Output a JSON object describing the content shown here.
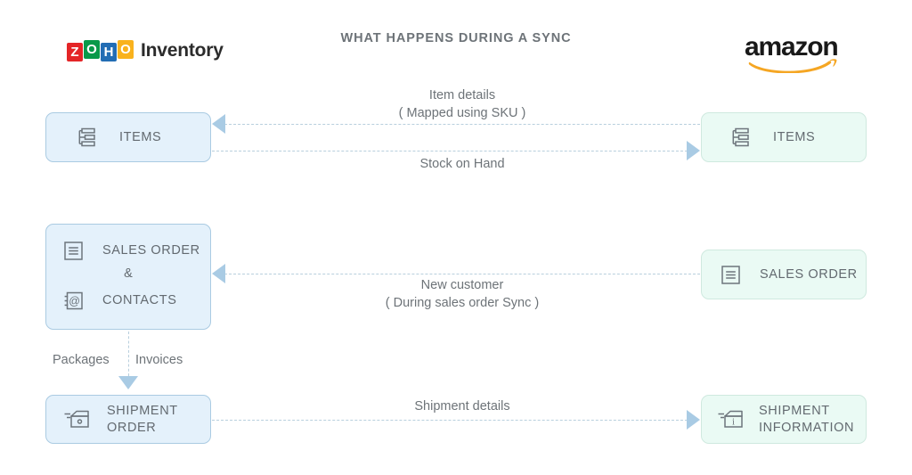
{
  "header": {
    "title": "WHAT HAPPENS DURING A SYNC",
    "left_brand": {
      "tiles": [
        "Z",
        "O",
        "H",
        "O"
      ],
      "word": "Inventory",
      "colors": [
        "#e42527",
        "#089949",
        "#226db4",
        "#f9b21d"
      ]
    },
    "right_brand": {
      "word": "amazon",
      "smile_color": "#f5a623"
    }
  },
  "theme": {
    "left_fill": "#e4f1fb",
    "left_border": "#aacbe2",
    "right_fill": "#eafaf4",
    "right_border": "#cfe9df",
    "line_color": "#b8cfdd",
    "arrow_color": "#a9cbe4",
    "text_color": "#6d7378"
  },
  "nodes": {
    "items_left": {
      "label": "ITEMS",
      "icon": "items-list-icon"
    },
    "items_right": {
      "label": "ITEMS",
      "icon": "items-list-icon"
    },
    "sales_order_left": {
      "label_order": "SALES ORDER",
      "ampersand": "&",
      "label_contacts": "CONTACTS",
      "icon_order": "document-lines-icon",
      "icon_contacts": "contacts-at-icon"
    },
    "sales_order_right": {
      "label": "SALES ORDER",
      "icon": "document-lines-icon"
    },
    "shipment_left": {
      "label": "SHIPMENT\nORDER",
      "icon": "shipment-box-icon"
    },
    "shipment_right": {
      "label": "SHIPMENT\nINFORMATION",
      "icon": "shipment-info-box-icon"
    }
  },
  "edges": {
    "item_details": {
      "line1": "Item details",
      "line2": "( Mapped using SKU )",
      "direction": "left"
    },
    "stock_on_hand": {
      "line1": "Stock on Hand",
      "direction": "right"
    },
    "new_customer": {
      "line1": "New customer",
      "line2": "( During sales order Sync )",
      "direction": "left"
    },
    "packages_invoices": {
      "left_label": "Packages",
      "right_label": "Invoices",
      "direction": "down"
    },
    "shipment_details": {
      "line1": "Shipment details",
      "direction": "right"
    }
  }
}
